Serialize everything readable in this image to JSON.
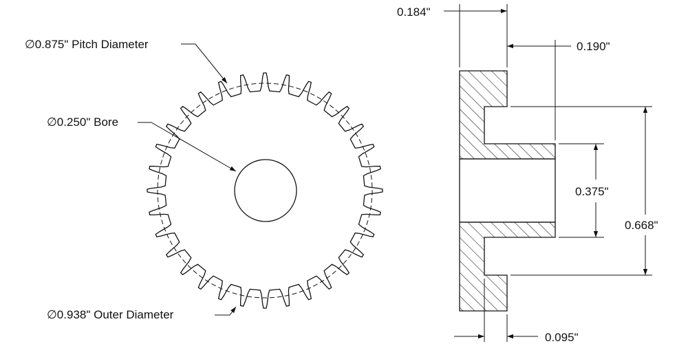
{
  "front_view": {
    "pitch_diameter_label": "∅0.875\" Pitch Diameter",
    "bore_label": "∅0.250\" Bore",
    "outer_diameter_label": "∅0.938\" Outer Diameter",
    "tooth_count": 32
  },
  "side_view": {
    "dim_flange_thickness": "0.184\"",
    "dim_hub_length": "0.190\"",
    "dim_bore_height": "0.375\"",
    "dim_hub_height": "0.668\"",
    "dim_groove_width": "0.095\""
  },
  "colors": {
    "line": "#111111",
    "background": "#ffffff"
  }
}
